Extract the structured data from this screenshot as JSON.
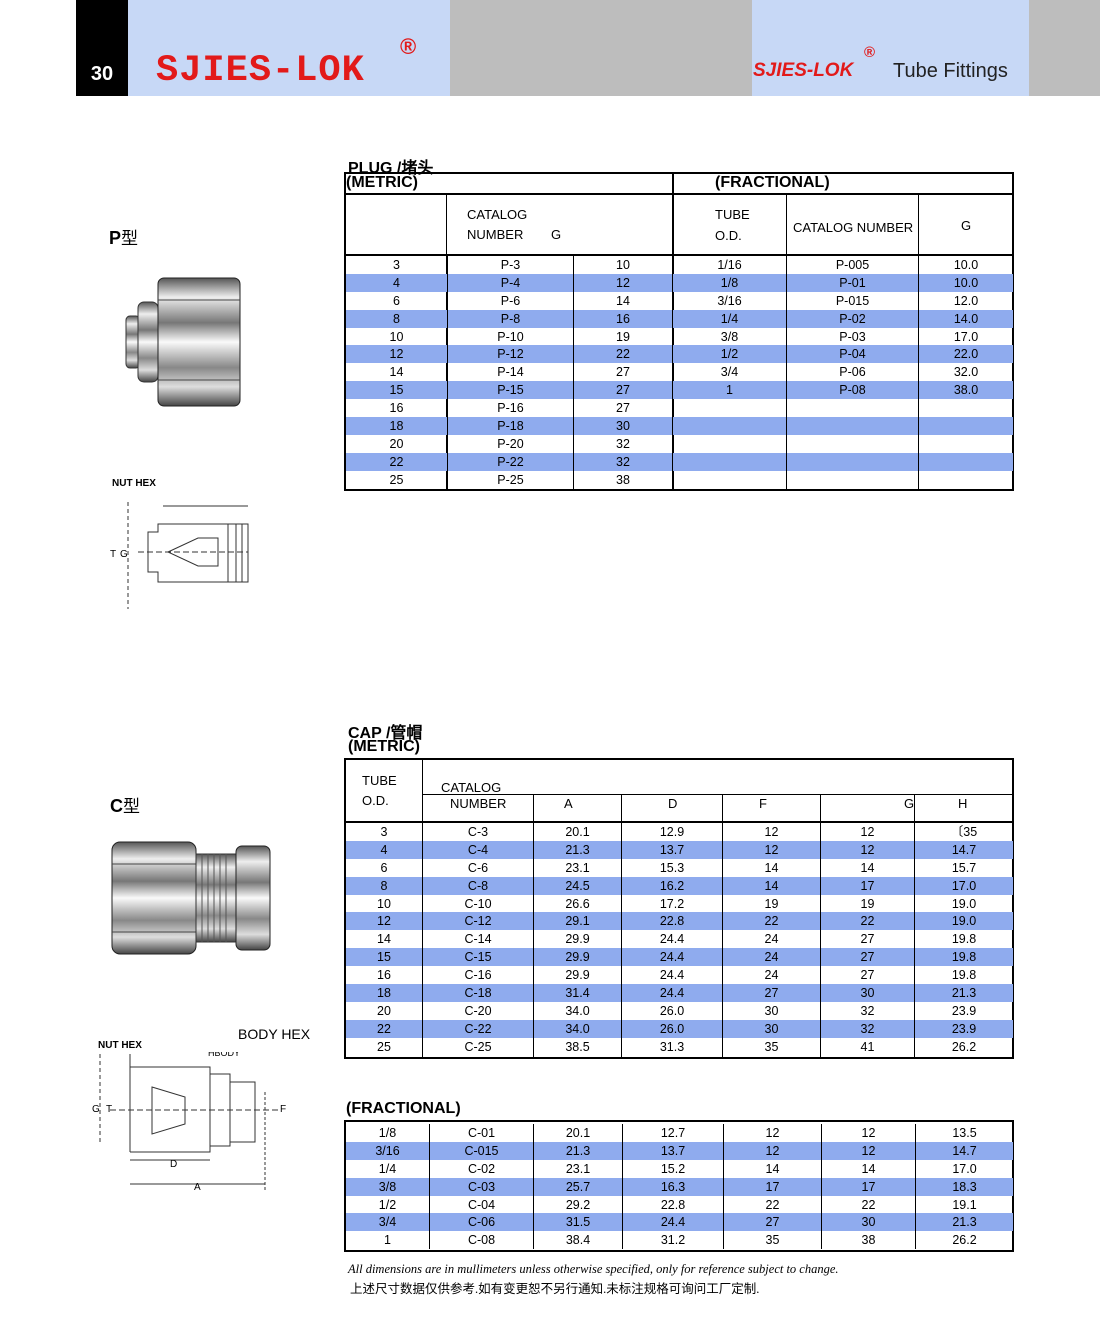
{
  "header": {
    "page_number": "30",
    "brand": "SJIES-LOK",
    "registered": "®",
    "brand_small": "SJIES-LOK",
    "product_line": "Tube Fittings"
  },
  "plug": {
    "title": "PLUG /堵头",
    "type_label": "P",
    "type_suffix": "型",
    "drawing_label": "NUT HEX",
    "metric_label": "(METRIC)",
    "fractional_label": "(FRACTIONAL)",
    "headers": {
      "catalog": "CATALOG",
      "number": "NUMBER",
      "g": "G",
      "tube": "TUBE",
      "od": "O.D.",
      "catalog_number": "CATALOG NUMBER",
      "g2": "G"
    },
    "rows": [
      [
        "3",
        "P-3",
        "10",
        "1/16",
        "P-005",
        "10.0"
      ],
      [
        "4",
        "P-4",
        "12",
        "1/8",
        "P-01",
        "10.0"
      ],
      [
        "6",
        "P-6",
        "14",
        "3/16",
        "P-015",
        "12.0"
      ],
      [
        "8",
        "P-8",
        "16",
        "1/4",
        "P-02",
        "14.0"
      ],
      [
        "10",
        "P-10",
        "19",
        "3/8",
        "P-03",
        "17.0"
      ],
      [
        "12",
        "P-12",
        "22",
        "1/2",
        "P-04",
        "22.0"
      ],
      [
        "14",
        "P-14",
        "27",
        "3/4",
        "P-06",
        "32.0"
      ],
      [
        "15",
        "P-15",
        "27",
        "1",
        "P-08",
        "38.0"
      ],
      [
        "16",
        "P-16",
        "27",
        "",
        "",
        ""
      ],
      [
        "18",
        "P-18",
        "30",
        "",
        "",
        ""
      ],
      [
        "20",
        "P-20",
        "32",
        "",
        "",
        ""
      ],
      [
        "22",
        "P-22",
        "32",
        "",
        "",
        ""
      ],
      [
        "25",
        "P-25",
        "38",
        "",
        "",
        ""
      ]
    ]
  },
  "cap": {
    "title": "CAP /管帽",
    "metric_label": "(METRIC)",
    "fractional_label": "(FRACTIONAL)",
    "type_label": "C",
    "type_suffix": "型",
    "body_hex_label": "BODY HEX",
    "nut_hex_label": "NUT HEX",
    "headers": {
      "tube": "TUBE",
      "od": "O.D.",
      "catalog": "CATALOG",
      "number": "NUMBER",
      "a": "A",
      "d": "D",
      "f": "F",
      "g": "G",
      "h": "H"
    },
    "metric_rows": [
      [
        "3",
        "C-3",
        "20.1",
        "12.9",
        "12",
        "12",
        "〔35"
      ],
      [
        "4",
        "C-4",
        "21.3",
        "13.7",
        "12",
        "12",
        "14.7"
      ],
      [
        "6",
        "C-6",
        "23.1",
        "15.3",
        "14",
        "14",
        "15.7"
      ],
      [
        "8",
        "C-8",
        "24.5",
        "16.2",
        "14",
        "17",
        "17.0"
      ],
      [
        "10",
        "C-10",
        "26.6",
        "17.2",
        "19",
        "19",
        "19.0"
      ],
      [
        "12",
        "C-12",
        "29.1",
        "22.8",
        "22",
        "22",
        "19.0"
      ],
      [
        "14",
        "C-14",
        "29.9",
        "24.4",
        "24",
        "27",
        "19.8"
      ],
      [
        "15",
        "C-15",
        "29.9",
        "24.4",
        "24",
        "27",
        "19.8"
      ],
      [
        "16",
        "C-16",
        "29.9",
        "24.4",
        "24",
        "27",
        "19.8"
      ],
      [
        "18",
        "C-18",
        "31.4",
        "24.4",
        "27",
        "30",
        "21.3"
      ],
      [
        "20",
        "C-20",
        "34.0",
        "26.0",
        "30",
        "32",
        "23.9"
      ],
      [
        "22",
        "C-22",
        "34.0",
        "26.0",
        "30",
        "32",
        "23.9"
      ],
      [
        "25",
        "C-25",
        "38.5",
        "31.3",
        "35",
        "41",
        "26.2"
      ]
    ],
    "fractional_rows": [
      [
        "1/8",
        "C-01",
        "20.1",
        "12.7",
        "12",
        "12",
        "13.5"
      ],
      [
        "3/16",
        "C-015",
        "21.3",
        "13.7",
        "12",
        "12",
        "14.7"
      ],
      [
        "1/4",
        "C-02",
        "23.1",
        "15.2",
        "14",
        "14",
        "17.0"
      ],
      [
        "3/8",
        "C-03",
        "25.7",
        "16.3",
        "17",
        "17",
        "18.3"
      ],
      [
        "1/2",
        "C-04",
        "29.2",
        "22.8",
        "22",
        "22",
        "19.1"
      ],
      [
        "3/4",
        "C-06",
        "31.5",
        "24.4",
        "27",
        "30",
        "21.3"
      ],
      [
        "1",
        "C-08",
        "38.4",
        "31.2",
        "35",
        "38",
        "26.2"
      ]
    ]
  },
  "footnote": {
    "en": "All dimensions are in mullimeters unless otherwise specified, only for reference subject to change.",
    "cn": "上述尺寸数据仅供参考.如有变更恕不另行通知.未标注规格可询问工厂定制."
  },
  "colors": {
    "brand_red": "#e21a1a",
    "row_blue": "#8fabee",
    "header_blue": "#c7d8f6",
    "header_gray": "#bdbdbd"
  }
}
